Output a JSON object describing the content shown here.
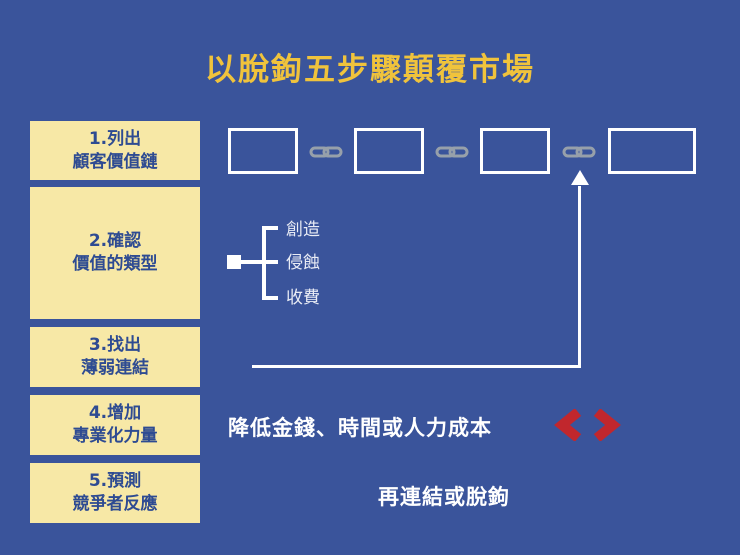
{
  "title": "以脫鉤五步驟顛覆市場",
  "steps": [
    {
      "line1": "1.列出",
      "line2": "顧客價值鏈"
    },
    {
      "line1": "2.確認",
      "line2": "價值的類型"
    },
    {
      "line1": "3.找出",
      "line2": "薄弱連結"
    },
    {
      "line1": "4.增加",
      "line2": "專業化力量"
    },
    {
      "line1": "5.預測",
      "line2": "競爭者反應"
    }
  ],
  "value_chain": {
    "box_count": 4,
    "link_icon": "chain-link"
  },
  "value_types": {
    "items": [
      "創造",
      "侵蝕",
      "收費"
    ]
  },
  "captions": {
    "reduce_cost": "降低金錢、時間或人力成本",
    "relink": "再連結或脫鉤"
  },
  "colors": {
    "background": "#3a549b",
    "title": "#f0c33c",
    "step_fill": "#f7e8a6",
    "step_text": "#2e4b92",
    "line": "#ffffff",
    "chain_link": "#97a0aa",
    "chevron": "#c1272d"
  }
}
